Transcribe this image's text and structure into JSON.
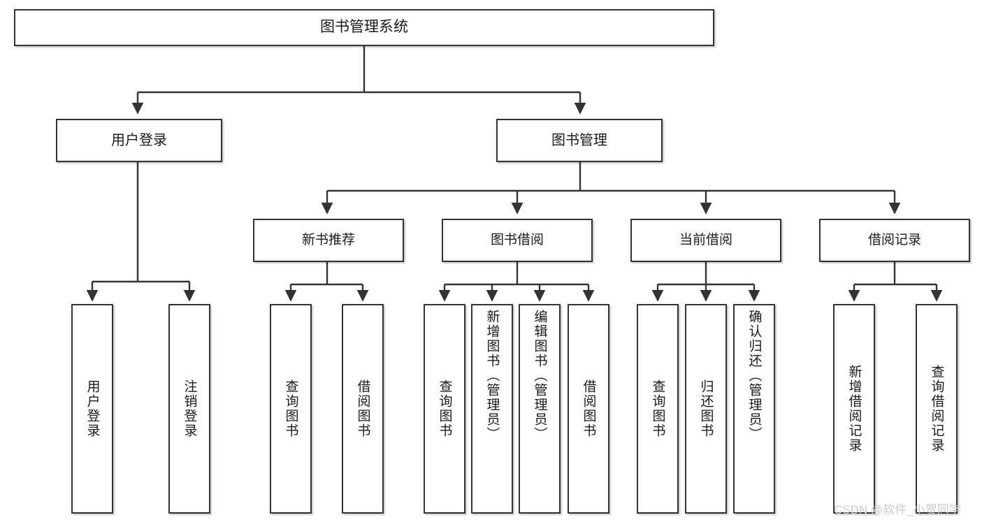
{
  "diagram": {
    "type": "tree",
    "title": "图书管理系统",
    "root": {
      "label": "图书管理系统"
    },
    "level2": [
      {
        "label": "用户登录"
      },
      {
        "label": "图书管理"
      }
    ],
    "level3": [
      {
        "label": "新书推荐"
      },
      {
        "label": "图书借阅"
      },
      {
        "label": "当前借阅"
      },
      {
        "label": "借阅记录"
      }
    ],
    "leaves": {
      "user_login": [
        {
          "label": "用户登录"
        },
        {
          "label": "注销登录"
        }
      ],
      "new_book_recommend": [
        {
          "label": "查询图书"
        },
        {
          "label": "借阅图书"
        }
      ],
      "book_borrow": [
        {
          "label": "查询图书"
        },
        {
          "label": "新增图书（管理员）"
        },
        {
          "label": "编辑图书（管理员）"
        },
        {
          "label": "借阅图书"
        }
      ],
      "current_borrow": [
        {
          "label": "查询图书"
        },
        {
          "label": "归还图书"
        },
        {
          "label": "确认归还（管理员）"
        }
      ],
      "borrow_record": [
        {
          "label": "新增借阅记录"
        },
        {
          "label": "查询借阅记录"
        }
      ]
    }
  },
  "watermark": {
    "text": "CSDN @软件_小贺同学"
  },
  "colors": {
    "border": "#333333",
    "text": "#1a1a1a",
    "background": "#ffffff",
    "watermark": "#c9c9c9"
  }
}
